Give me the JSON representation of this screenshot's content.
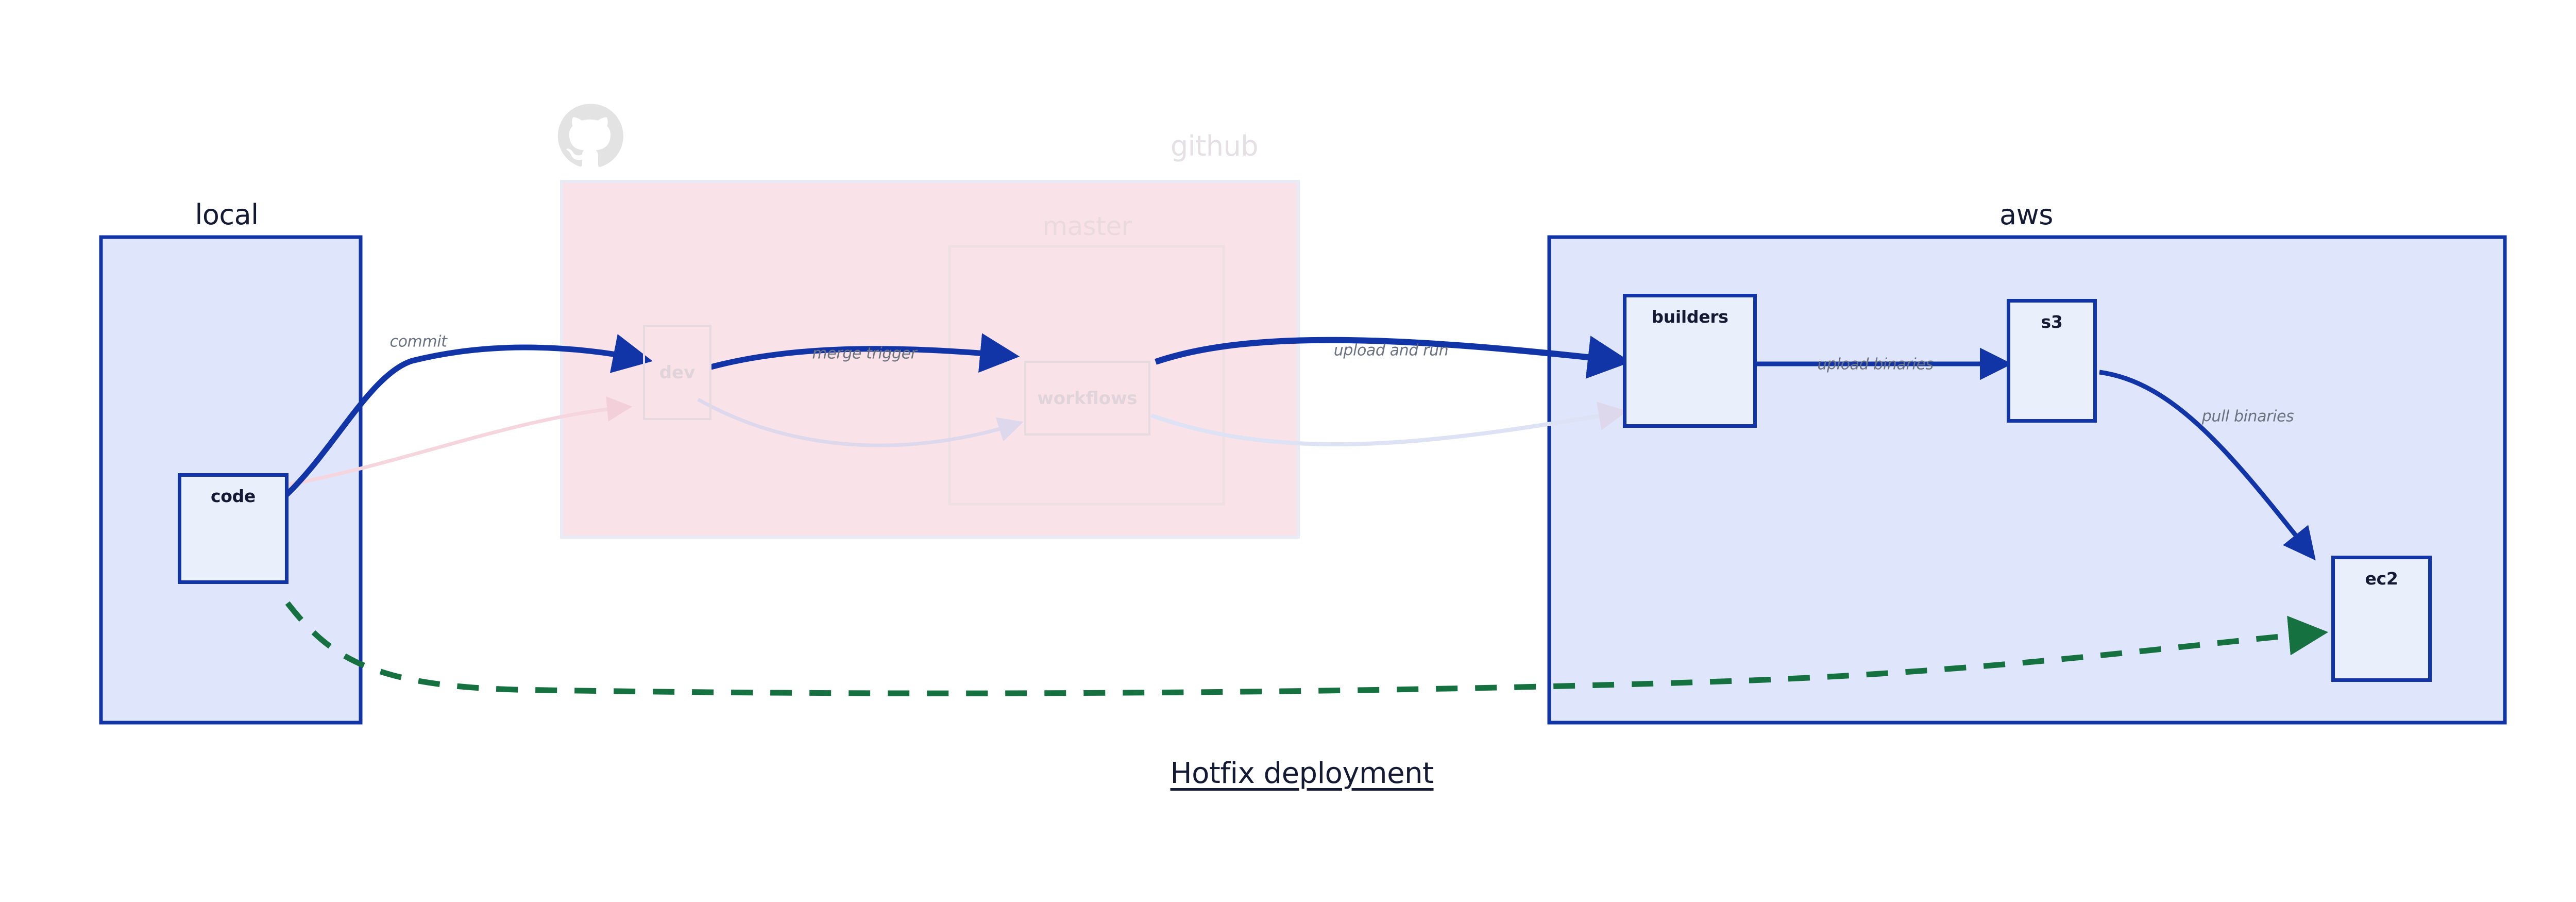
{
  "diagram": {
    "title": "Hotfix deployment",
    "background": "#ffffff",
    "accent_blue": "#1134a6",
    "node_fill": "#eaeffc",
    "group_blue_fill": "#dfe5fa",
    "group_pink_fill": "#f9e3e8",
    "dashed_green": "#15713f",
    "label_gray": "#6b7280"
  },
  "groups": [
    {
      "id": "local",
      "label": "local",
      "style": "solid-blue",
      "fill": "#dfe5fa",
      "border": "#1134a6"
    },
    {
      "id": "github",
      "label": "github",
      "style": "faded-pink",
      "fill": "#f9e3e8",
      "border": "#e8eaf6",
      "icon": "github-octocat-icon",
      "subgroups": [
        {
          "id": "master",
          "label": "master",
          "style": "faded-pink-outline"
        }
      ]
    },
    {
      "id": "aws",
      "label": "aws",
      "style": "solid-blue",
      "fill": "#dfe5fa",
      "border": "#1134a6"
    }
  ],
  "nodes": [
    {
      "id": "code",
      "label": "code",
      "group": "local",
      "icon": "go-gopher-icon",
      "faded": false
    },
    {
      "id": "dev",
      "label": "dev",
      "group": "github",
      "icon": "none",
      "faded": true
    },
    {
      "id": "workflows",
      "label": "workflows",
      "group": "master",
      "icon": "none",
      "faded": true
    },
    {
      "id": "builders",
      "label": "builders",
      "group": "aws",
      "icon": "crane-code-icon",
      "faded": false,
      "icon_color": "#3b44c4"
    },
    {
      "id": "s3",
      "label": "s3",
      "group": "aws",
      "icon": "s3-glacier-bucket-icon",
      "faded": false,
      "icon_color": "#3f8624"
    },
    {
      "id": "ec2",
      "label": "ec2",
      "group": "aws",
      "icon": "cpu-chip-icon",
      "faded": false,
      "icon_color": "#dd6b10"
    }
  ],
  "edges": [
    {
      "id": "commit",
      "from": "code",
      "to": "dev",
      "label": "commit",
      "style": "solid",
      "color": "#1134a6"
    },
    {
      "id": "merge-trigger",
      "from": "dev",
      "to": "workflows",
      "label": "merge trigger",
      "style": "solid",
      "color": "#1134a6"
    },
    {
      "id": "upload-and-run",
      "from": "workflows",
      "to": "builders",
      "label": "upload and run",
      "style": "solid",
      "color": "#1134a6"
    },
    {
      "id": "upload-binaries",
      "from": "builders",
      "to": "s3",
      "label": "upload binaries",
      "style": "solid",
      "color": "#1134a6"
    },
    {
      "id": "pull-binaries",
      "from": "s3",
      "to": "ec2",
      "label": "pull binaries",
      "style": "solid",
      "color": "#1134a6"
    },
    {
      "id": "hotfix-direct",
      "from": "code",
      "to": "ec2",
      "label": "",
      "style": "dashed",
      "color": "#15713f"
    },
    {
      "id": "faded-code-dev",
      "from": "code",
      "to": "dev",
      "label": "",
      "style": "faded-pink",
      "color": "#f7dde4"
    },
    {
      "id": "faded-dev-workflows",
      "from": "dev",
      "to": "workflows",
      "label": "",
      "style": "faded",
      "color": "#e2dced"
    },
    {
      "id": "faded-workflows-build",
      "from": "workflows",
      "to": "builders",
      "label": "",
      "style": "faded",
      "color": "#dde2f4"
    }
  ]
}
